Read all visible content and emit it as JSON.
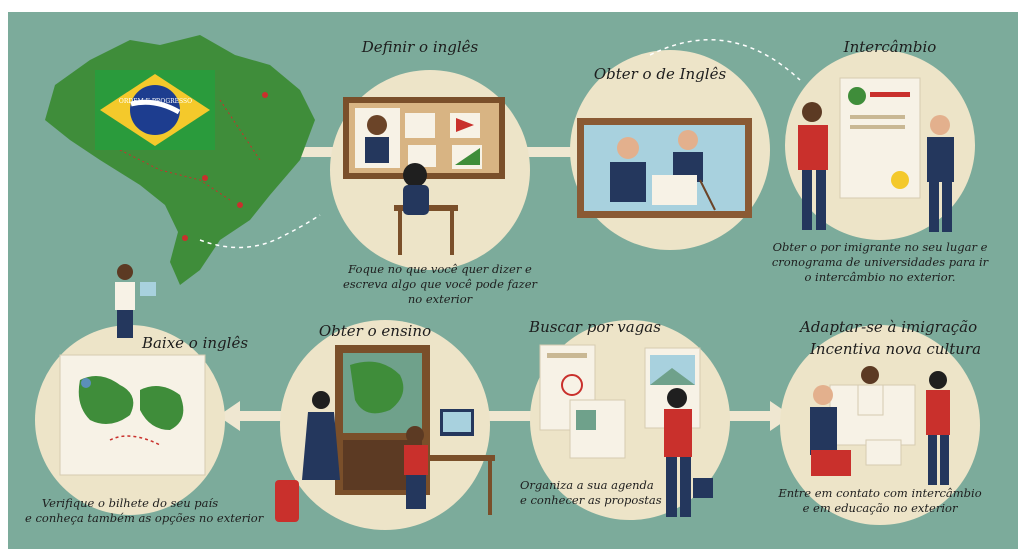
{
  "steps": [
    {
      "title": "Definir o inglês",
      "caption": [
        "Foque no que você quer dizer e",
        "escreva algo que você pode fazer",
        "no exterior"
      ]
    },
    {
      "title": "Obter o de Inglês",
      "caption": []
    },
    {
      "title": "Intercâmbio",
      "caption": [
        "Obter o por imigrante no seu lugar e",
        "cronograma de universidades para ir",
        "o intercâmbio no exterior."
      ]
    },
    {
      "title": "Baixe o inglês",
      "caption": [
        "Verifique o bilhete do seu país",
        "e conheça também as opções no exterior"
      ]
    },
    {
      "title": "Obter o ensino",
      "caption": []
    },
    {
      "title": "Buscar por vagas",
      "caption": [
        "Organiza a sua agenda",
        "e conhecer as propostas"
      ]
    },
    {
      "title": "Adaptar-se à imigração",
      "subtitle": "Incentiva nova cultura",
      "caption": [
        "Entre em contato com intercâmbio",
        "e em educação no exterior"
      ]
    }
  ],
  "map": {
    "flag_text": "ORDEM E PROGRESSO"
  },
  "colors": {
    "background": "#7cab9b",
    "circle": "#ede4c8",
    "arrow": "#efe7d1",
    "map_green": "#3f8d3a"
  }
}
